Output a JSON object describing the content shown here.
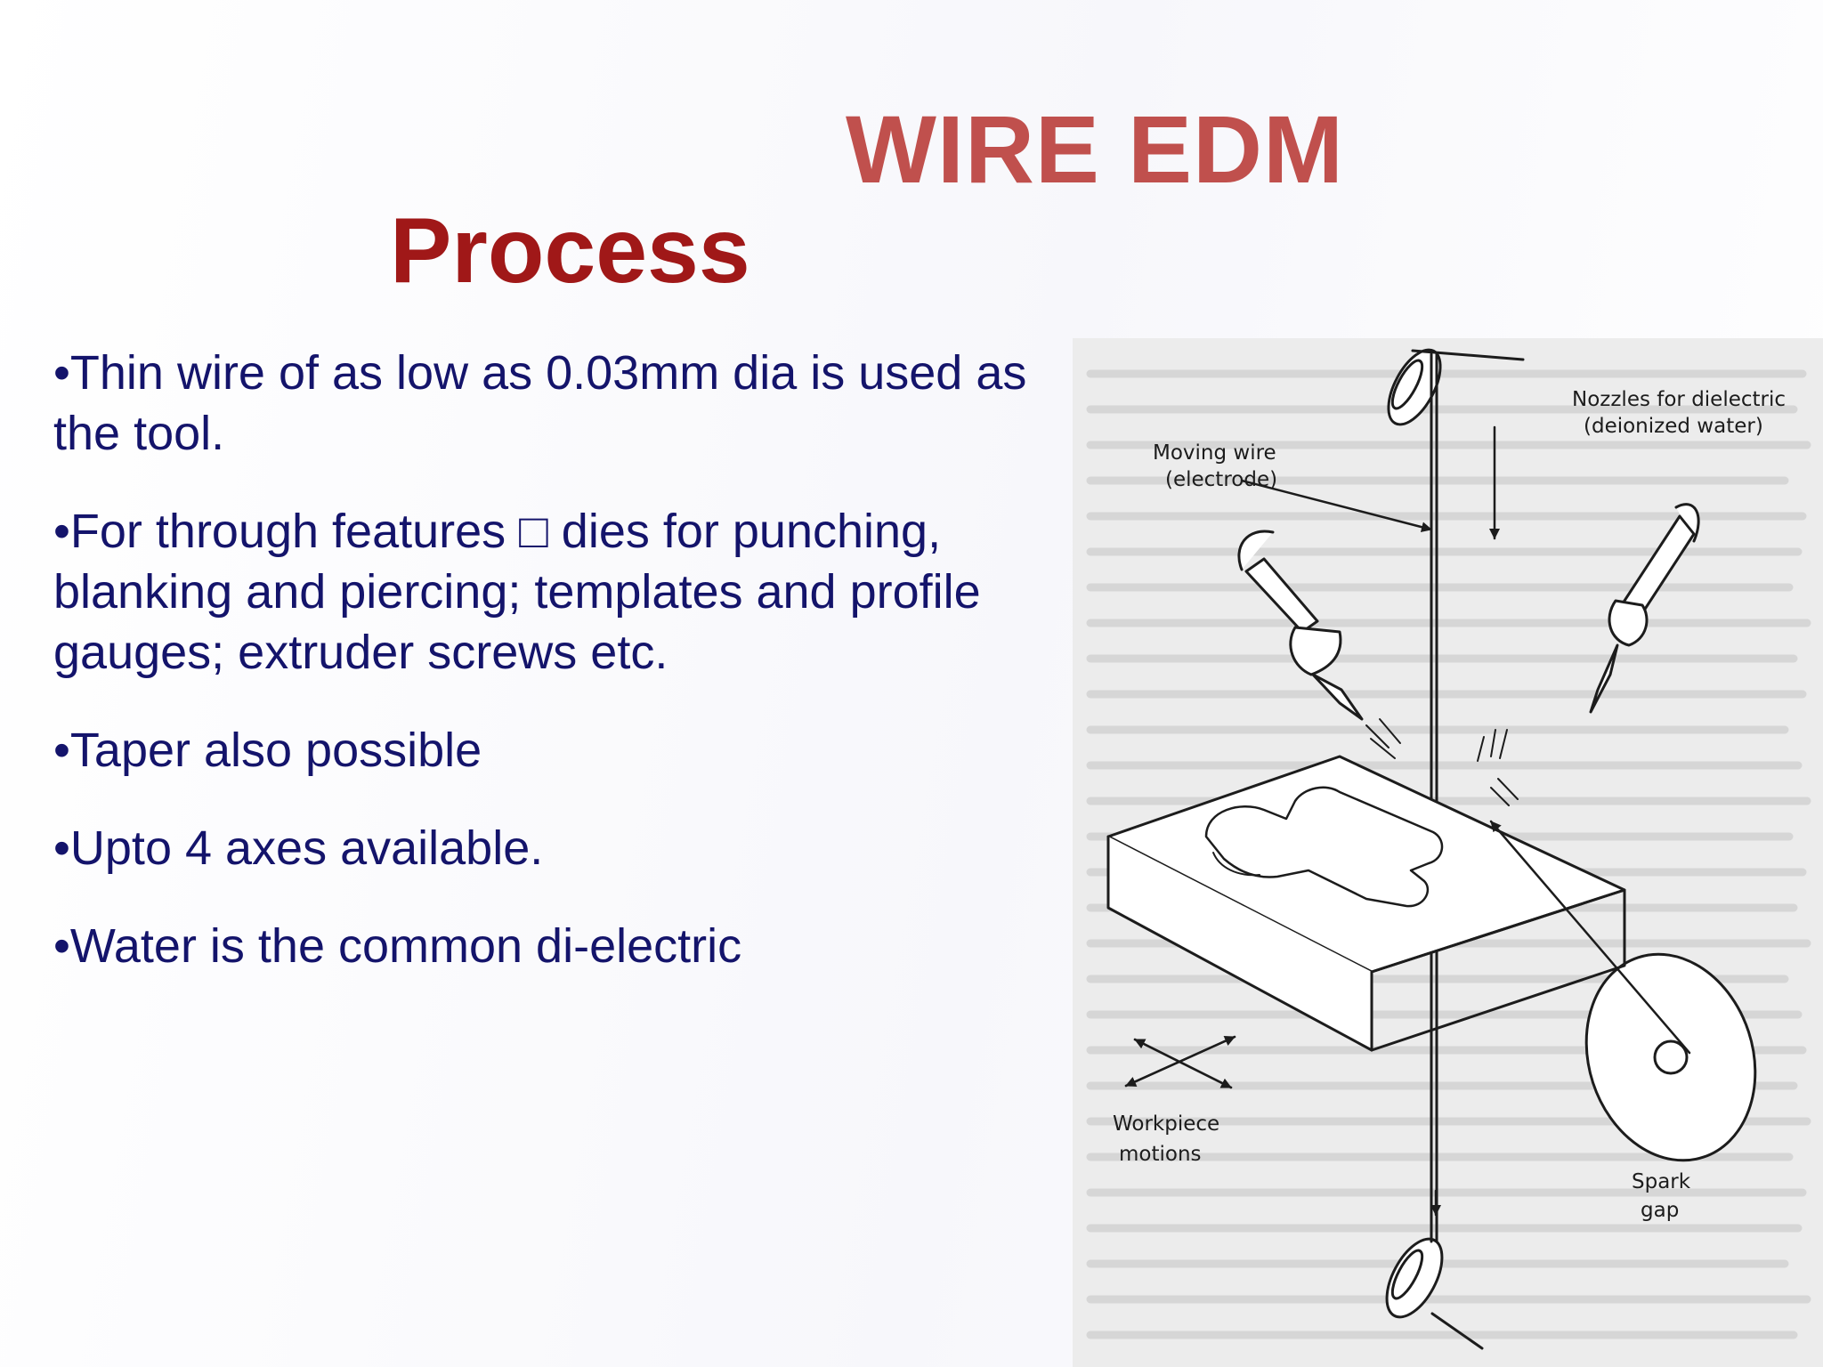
{
  "slide": {
    "title": "WIRE EDM",
    "subtitle": "Process",
    "colors": {
      "title": "#c0504d",
      "subtitle": "#a01818",
      "body_text": "#14146b"
    },
    "bullets": [
      {
        "marker": "•",
        "text": "Thin wire of as low as 0.03mm  dia is used as the tool."
      },
      {
        "marker": "•",
        "text": "For through features □ dies for  punching, blanking and piercing;  templates and profile gauges;  extruder screws etc."
      },
      {
        "marker": "•",
        "text": "Taper also possible"
      },
      {
        "marker": "•",
        "text": "Upto 4 axes available."
      },
      {
        "marker": "•",
        "text": "Water is the common di-electric"
      }
    ]
  },
  "diagram": {
    "labels": {
      "nozzles_line1": "Nozzles for dielectric",
      "nozzles_line2": "(deionized water)",
      "wire_line1": "Moving wire",
      "wire_line2": "(electrode)",
      "workpiece_line1": "Workpiece",
      "workpiece_line2": "motions",
      "spark_line1": "Spark",
      "spark_line2": "gap"
    }
  }
}
